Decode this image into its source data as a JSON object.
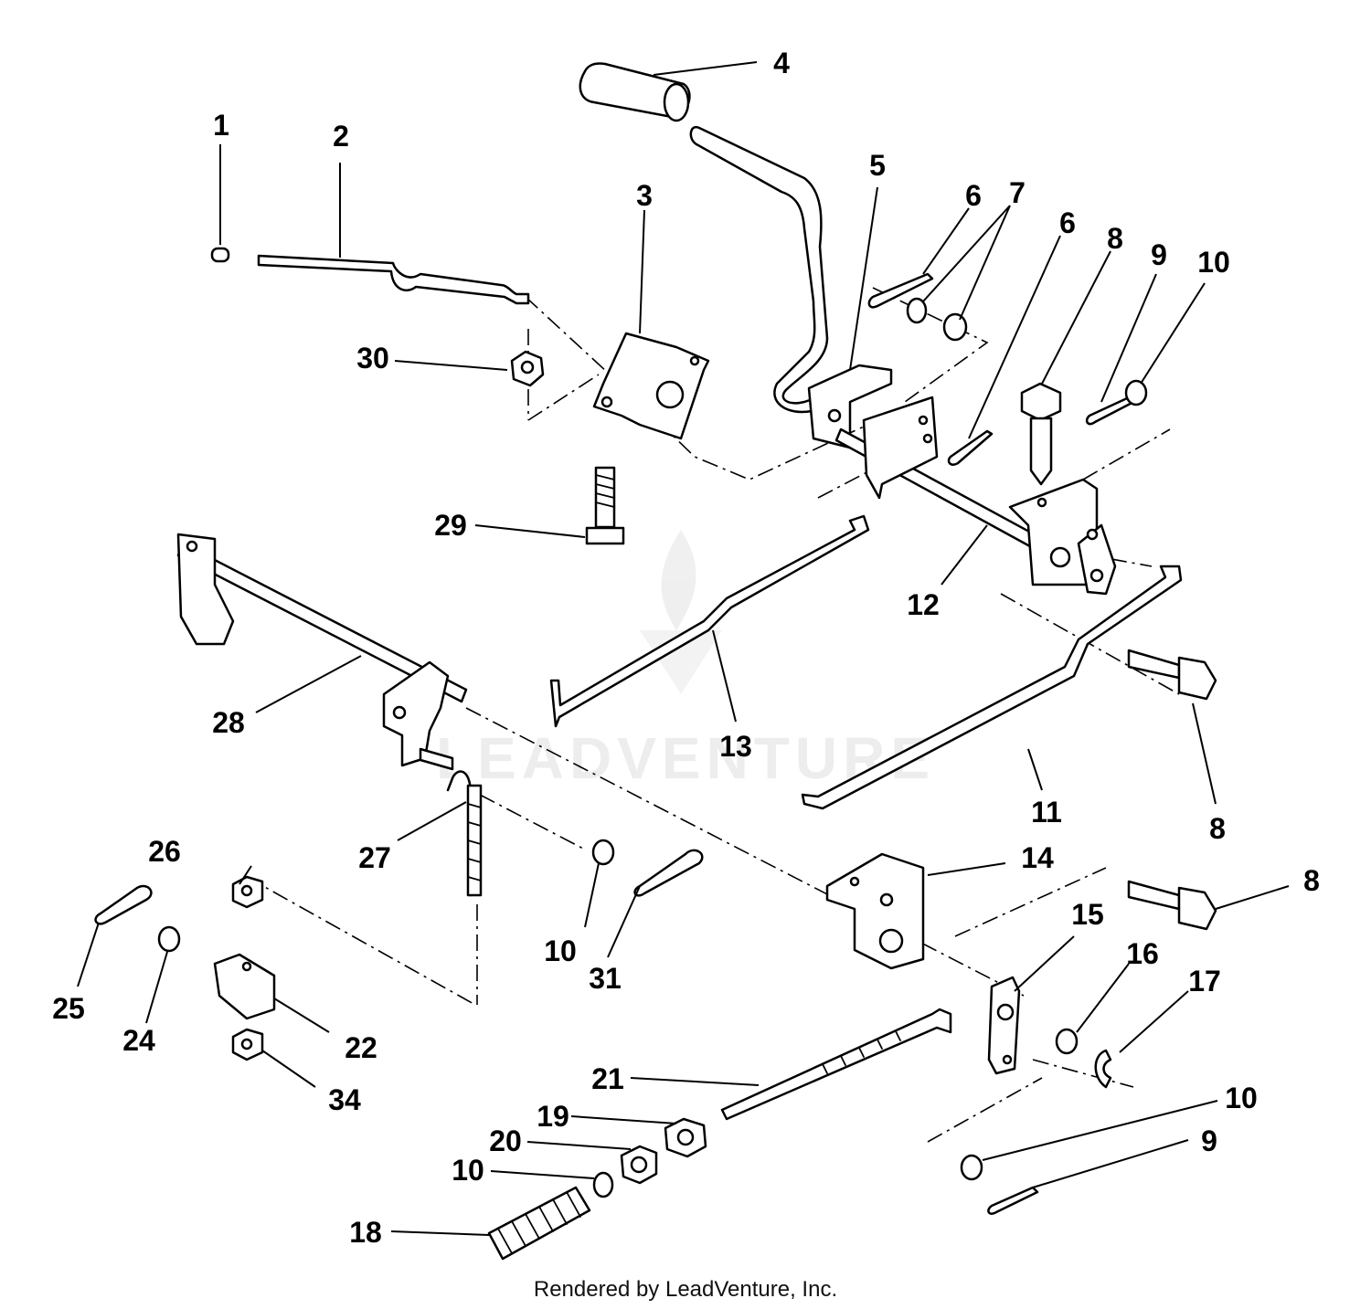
{
  "watermark": "LEADVENTURE",
  "footer": "Rendered by LeadVenture, Inc.",
  "callouts": [
    "1",
    "2",
    "3",
    "4",
    "5",
    "6",
    "7",
    "6",
    "8",
    "9",
    "10",
    "30",
    "29",
    "12",
    "13",
    "28",
    "11",
    "8",
    "27",
    "26",
    "10",
    "31",
    "14",
    "8",
    "25",
    "24",
    "22",
    "34",
    "15",
    "16",
    "17",
    "21",
    "19",
    "20",
    "10",
    "18",
    "10",
    "9"
  ]
}
